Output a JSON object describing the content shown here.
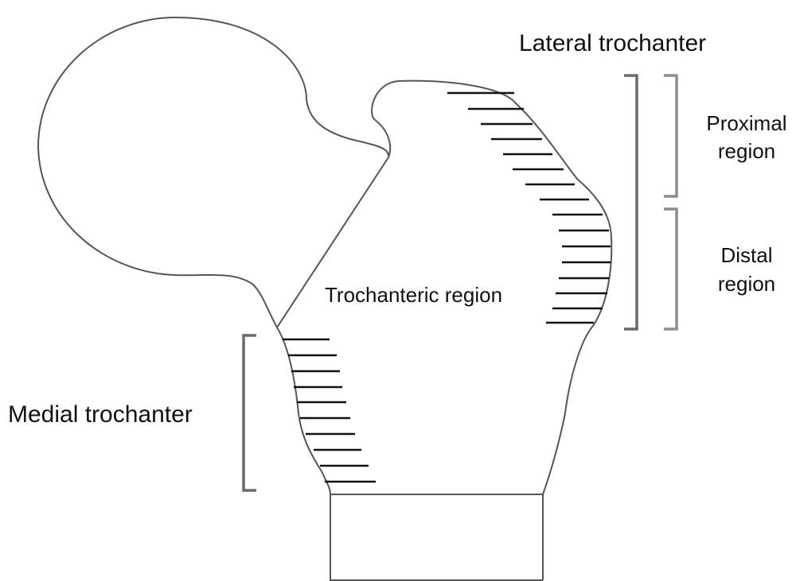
{
  "labels": {
    "lateral_trochanter": "Lateral trochanter",
    "proximal_region_line1": "Proximal",
    "proximal_region_line2": "region",
    "distal_region_line1": "Distal",
    "distal_region_line2": "region",
    "trochanteric_region": "Trochanteric region",
    "medial_trochanter": "Medial trochanter"
  },
  "colors": {
    "outline": "#555555",
    "hatch": "#111111",
    "bracket_dark": "#6a6a6a",
    "bracket_light": "#8c8c8c"
  }
}
